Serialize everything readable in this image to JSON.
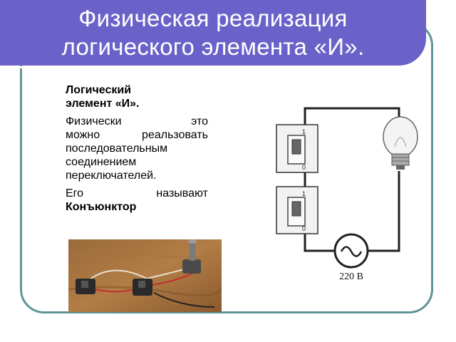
{
  "slide": {
    "title_line1": "Физическая реализация",
    "title_line2": "логического элемента «И».",
    "heading_line1": "Логический",
    "heading_line2": "элемент «И».",
    "para1_line1": "Физически это",
    "para1_line2": "можно реальзовать",
    "para1_line3": "последовательным",
    "para1_line4": "соединением",
    "para1_line5": "переключателей.",
    "para2_line1": "Его называют",
    "para2_line2": "Конъюнктор"
  },
  "diagram": {
    "switch_on_label": "1",
    "switch_off_label": "0",
    "voltage_label": "220 В"
  },
  "colors": {
    "title_bg": "#6b62c9",
    "frame": "#5f9595",
    "title_text": "#ffffff"
  }
}
